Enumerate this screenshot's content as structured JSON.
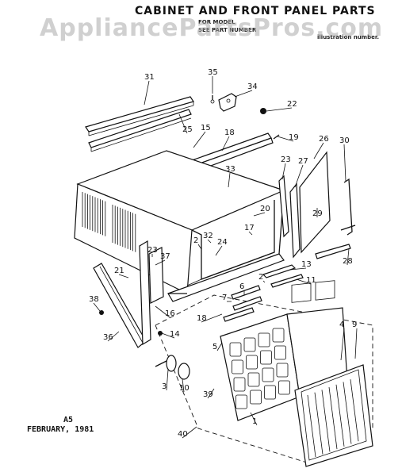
{
  "header": {
    "title": "CABINET AND FRONT PANEL PARTS",
    "subtitle_1": "FOR MODEL",
    "subtitle_2": "SEE PART NUMBER",
    "subtitle_3": "illustration number."
  },
  "watermark": {
    "text": "AppliancePartsPros.com"
  },
  "footer": {
    "code": "A5",
    "date": "FEBRUARY, 1981"
  },
  "callouts": [
    {
      "id": "c31",
      "label": "31"
    },
    {
      "id": "c35",
      "label": "35"
    },
    {
      "id": "c34",
      "label": "34"
    },
    {
      "id": "c22",
      "label": "22"
    },
    {
      "id": "c25",
      "label": "25"
    },
    {
      "id": "c15",
      "label": "15"
    },
    {
      "id": "c18a",
      "label": "18"
    },
    {
      "id": "c19",
      "label": "19"
    },
    {
      "id": "c26",
      "label": "26"
    },
    {
      "id": "c30",
      "label": "30"
    },
    {
      "id": "c23a",
      "label": "23"
    },
    {
      "id": "c27",
      "label": "27"
    },
    {
      "id": "c33",
      "label": "33"
    },
    {
      "id": "c20",
      "label": "20"
    },
    {
      "id": "c29",
      "label": "29"
    },
    {
      "id": "c17a",
      "label": "17"
    },
    {
      "id": "c2a",
      "label": "2"
    },
    {
      "id": "c32",
      "label": "32"
    },
    {
      "id": "c24",
      "label": "24"
    },
    {
      "id": "c28",
      "label": "28"
    },
    {
      "id": "c23b",
      "label": "23"
    },
    {
      "id": "c37",
      "label": "37"
    },
    {
      "id": "c13",
      "label": "13"
    },
    {
      "id": "c21",
      "label": "21"
    },
    {
      "id": "c2b",
      "label": "2"
    },
    {
      "id": "c11",
      "label": "11"
    },
    {
      "id": "c6",
      "label": "6"
    },
    {
      "id": "c7",
      "label": "7"
    },
    {
      "id": "c38",
      "label": "38"
    },
    {
      "id": "c16",
      "label": "16"
    },
    {
      "id": "c18b",
      "label": "18"
    },
    {
      "id": "c36",
      "label": "36"
    },
    {
      "id": "c14",
      "label": "14"
    },
    {
      "id": "c5",
      "label": "5"
    },
    {
      "id": "c4",
      "label": "4"
    },
    {
      "id": "c9",
      "label": "9"
    },
    {
      "id": "c3",
      "label": "3"
    },
    {
      "id": "c10",
      "label": "10"
    },
    {
      "id": "c39",
      "label": "39"
    },
    {
      "id": "c1",
      "label": "1"
    },
    {
      "id": "c40",
      "label": "40"
    }
  ]
}
